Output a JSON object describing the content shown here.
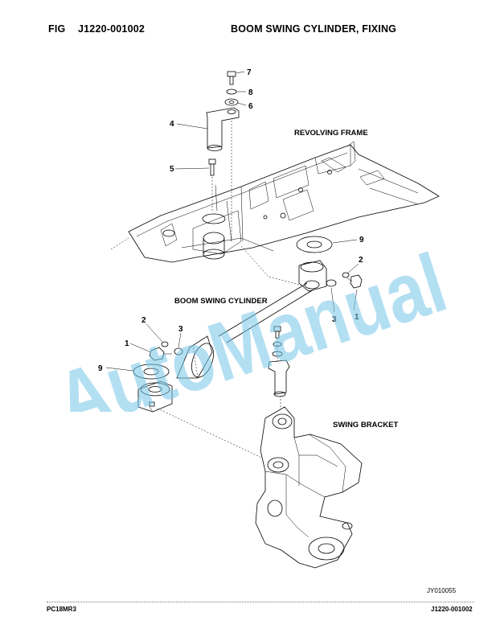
{
  "header": {
    "fig_label": "FIG",
    "fig_number": "J1220-001002",
    "title": "BOOM SWING CYLINDER, FIXING"
  },
  "regions": {
    "revolving_frame": "REVOLVING FRAME",
    "boom_swing_cylinder": "BOOM SWING CYLINDER",
    "swing_bracket": "SWING BRACKET"
  },
  "callouts": {
    "c7": "7",
    "c8": "8",
    "c6": "6",
    "c4": "4",
    "c5": "5",
    "c9_top": "9",
    "c2_right": "2",
    "c3_right": "3",
    "c1_right": "1",
    "c2_left": "2",
    "c3_left": "3",
    "c1_left": "1",
    "c9_left": "9"
  },
  "drawing_code": "JY010055",
  "footer": {
    "model": "PC18MR3",
    "fig_number": "J1220-001002"
  },
  "watermark": "AutoManual",
  "colors": {
    "watermark": "#74c5e8",
    "ink": "#000000",
    "paper": "#ffffff"
  }
}
